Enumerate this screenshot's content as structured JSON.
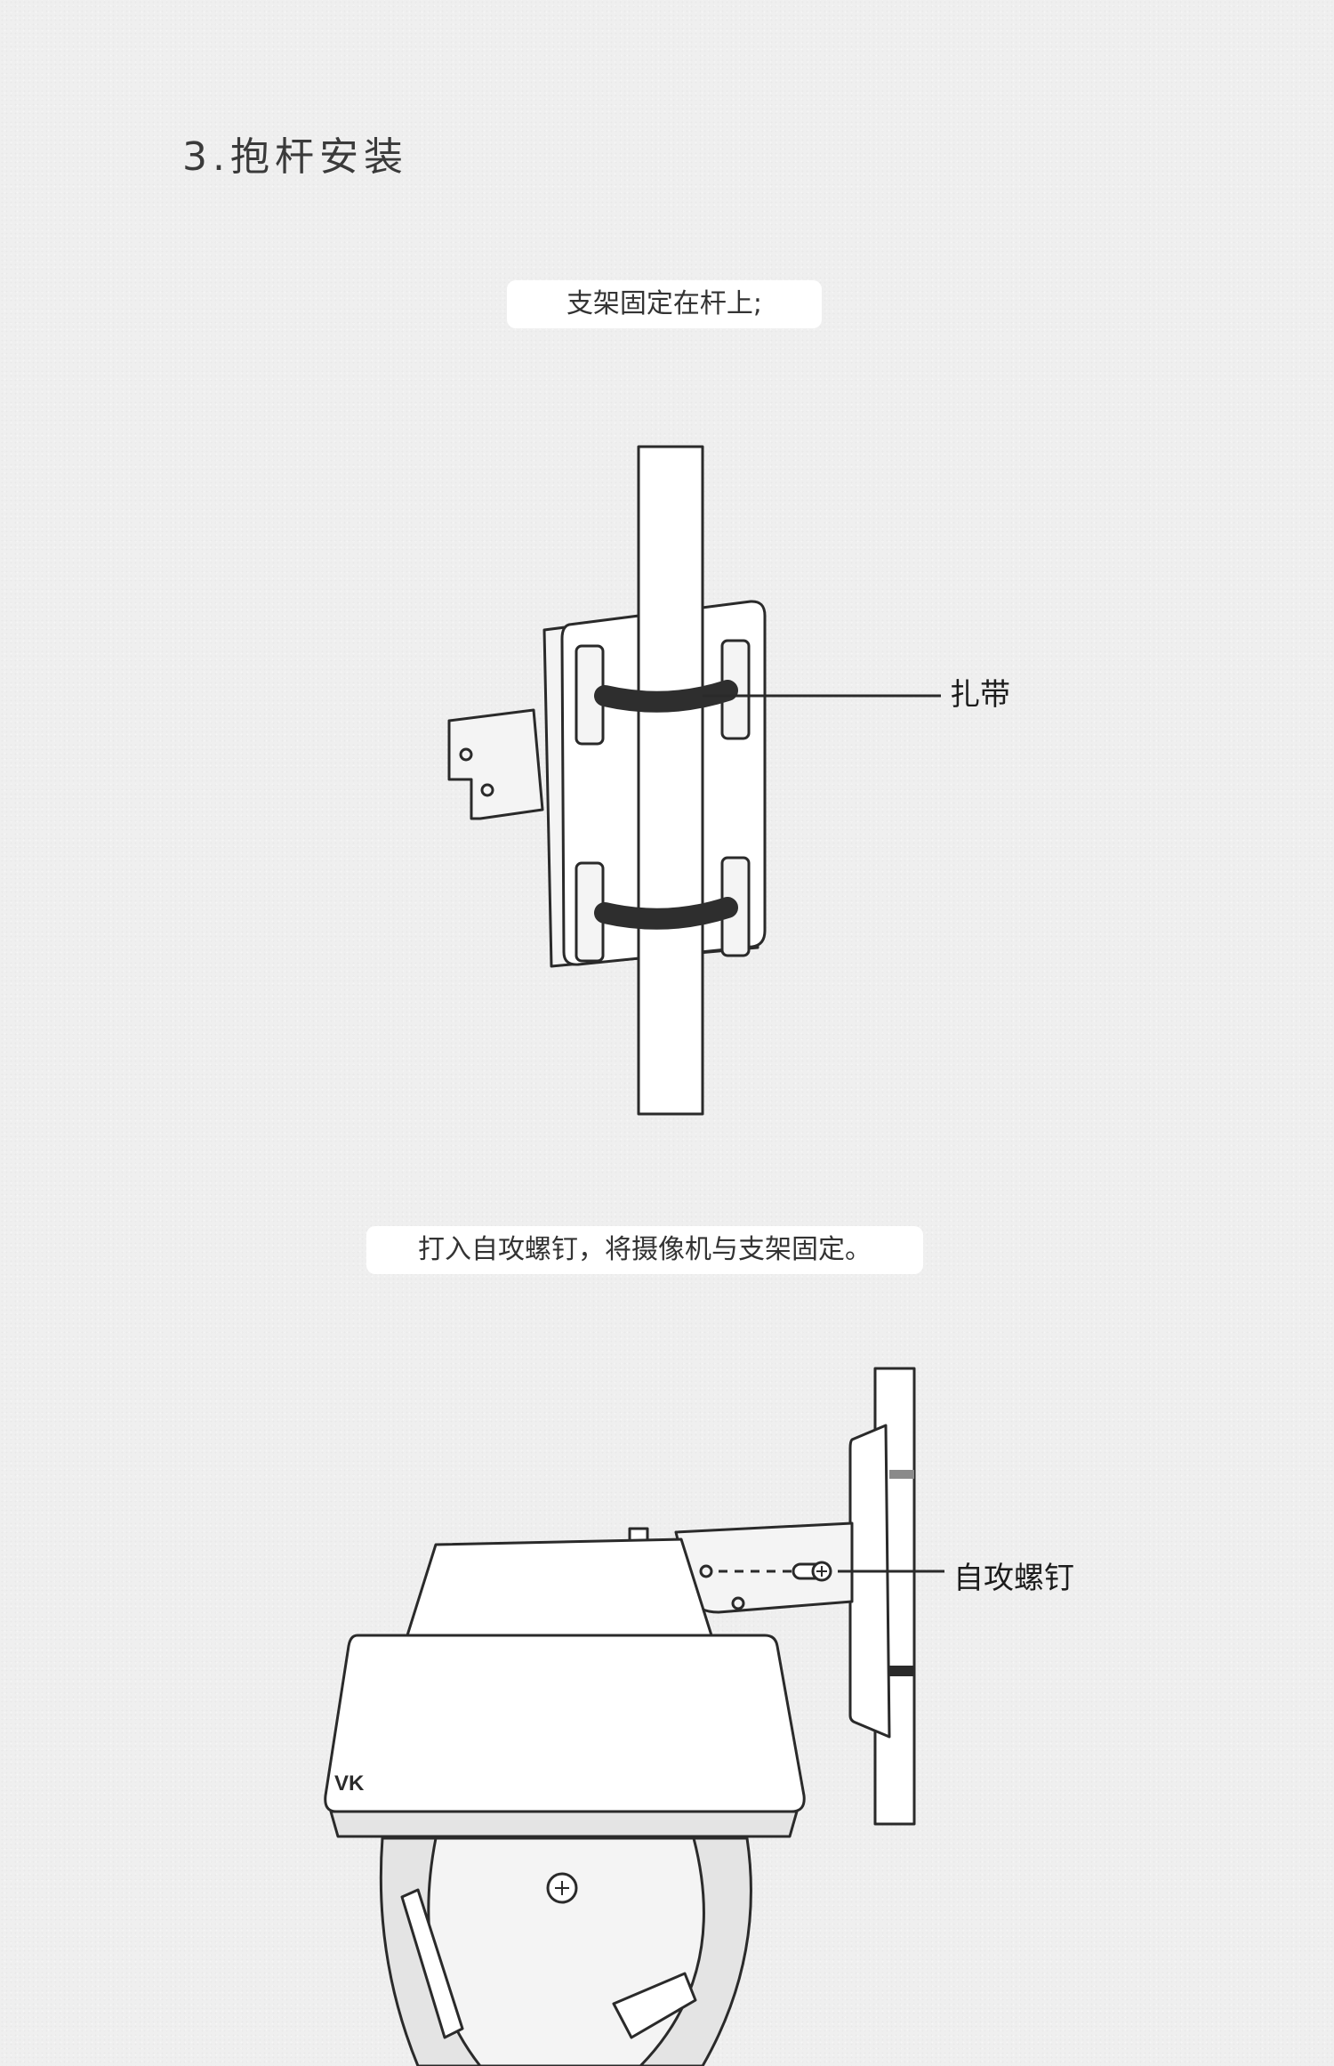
{
  "section": {
    "title": "3.抱杆安装"
  },
  "steps": [
    {
      "text": "支架固定在杆上;"
    },
    {
      "text": "打入自攻螺钉，将摄像机与支架固定。"
    }
  ],
  "callouts": {
    "strap": "扎带",
    "screw": "自攻螺钉"
  },
  "camera": {
    "brand_mark": "VK"
  },
  "colors": {
    "background": "#efefef",
    "line": "#2a2a2a",
    "pill": "#ffffff"
  }
}
